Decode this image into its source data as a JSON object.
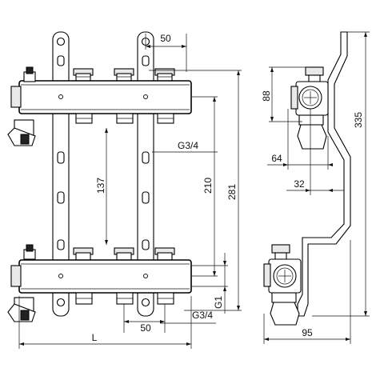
{
  "dimensions": {
    "top_spacing": "50",
    "bottom_spacing": "50",
    "thread_top": "G3/4",
    "thread_bottom": "G3/4",
    "axis_137": "137",
    "axis_210": "210",
    "axis_281": "281",
    "thread_g1": "G1",
    "length": "L",
    "side_88": "88",
    "side_64": "64",
    "side_32": "32",
    "side_335": "335",
    "side_95": "95"
  }
}
